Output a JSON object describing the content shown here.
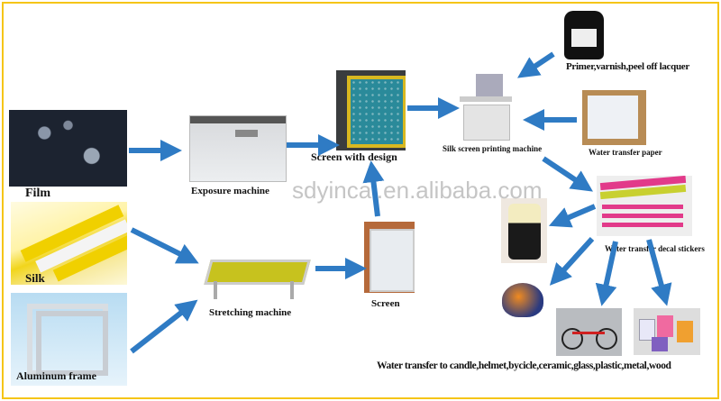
{
  "labels": {
    "film": "Film",
    "silk": "Silk",
    "aluminum_frame": "Aluminum frame",
    "exposure_machine": "Exposure machine",
    "stretching_machine": "Stretching machine",
    "screen": "Screen",
    "screen_with_design": "Screen with design",
    "silk_screen_printing_machine": "Silk screen printing machine",
    "primer": "Primer,varnish,peel off lacquer",
    "water_transfer_paper": "Water transfer paper",
    "decal_stickers": "Water transfer decal stickers",
    "applications": "Water transfer to candle,helmet,bycicle,ceramic,glass,plastic,metal,wood"
  },
  "watermark": "sdyincai.en.alibaba.com",
  "colors": {
    "arrow": "#2f7bc4",
    "border": "#f5c518"
  }
}
